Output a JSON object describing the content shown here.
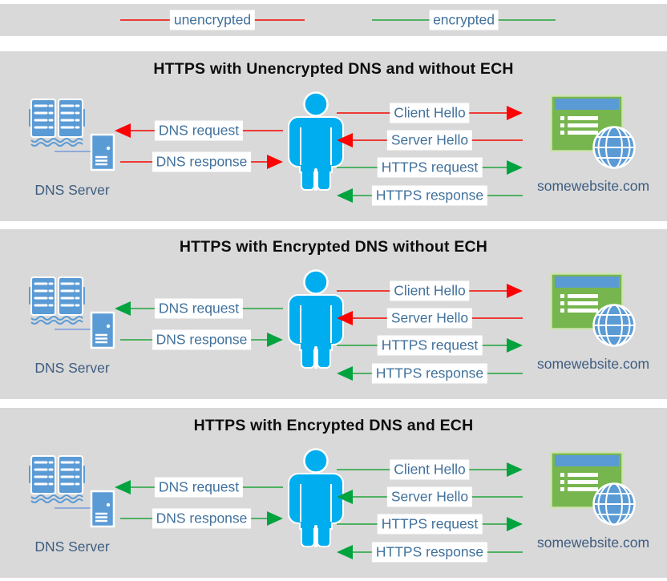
{
  "colors": {
    "panel_bg": "#d9d9d9",
    "red_line": "#ee3b35",
    "red_head": "#fd0202",
    "green_line": "#4fb163",
    "green_head": "#00a33e",
    "arrow_label_text": "#41719c",
    "entity_label_text": "#3e5c80",
    "title_text": "#0d0d0d",
    "person_blue": "#00aeef",
    "icon_blue": "#5b9bd5",
    "website_green": "#77b64e",
    "website_border": "#cfe2b2",
    "titlebar_blue": "#5b9bd5",
    "connector_blue": "#8faadc"
  },
  "legend": {
    "items": [
      {
        "label": "unencrypted",
        "encrypted": false
      },
      {
        "label": "encrypted",
        "encrypted": true
      }
    ]
  },
  "panels": [
    {
      "title": "HTTPS with Unencrypted DNS and without ECH",
      "dns_server": {
        "label": "DNS Server"
      },
      "website": {
        "label": "somewebsite.com"
      },
      "arrows": {
        "dns_request": {
          "label": "DNS request",
          "direction": "left",
          "encrypted": false
        },
        "dns_response": {
          "label": "DNS response",
          "direction": "right",
          "encrypted": false
        },
        "client_hello": {
          "label": "Client Hello",
          "direction": "right",
          "encrypted": false
        },
        "server_hello": {
          "label": "Server Hello",
          "direction": "left",
          "encrypted": false
        },
        "https_request": {
          "label": "HTTPS request",
          "direction": "right",
          "encrypted": true
        },
        "https_response": {
          "label": "HTTPS response",
          "direction": "left",
          "encrypted": true
        }
      }
    },
    {
      "title": "HTTPS with Encrypted DNS without ECH",
      "dns_server": {
        "label": "DNS Server"
      },
      "website": {
        "label": "somewebsite.com"
      },
      "arrows": {
        "dns_request": {
          "label": "DNS request",
          "direction": "left",
          "encrypted": true
        },
        "dns_response": {
          "label": "DNS response",
          "direction": "right",
          "encrypted": true
        },
        "client_hello": {
          "label": "Client Hello",
          "direction": "right",
          "encrypted": false
        },
        "server_hello": {
          "label": "Server Hello",
          "direction": "left",
          "encrypted": false
        },
        "https_request": {
          "label": "HTTPS request",
          "direction": "right",
          "encrypted": true
        },
        "https_response": {
          "label": "HTTPS response",
          "direction": "left",
          "encrypted": true
        }
      }
    },
    {
      "title": "HTTPS with Encrypted DNS and ECH",
      "dns_server": {
        "label": "DNS Server"
      },
      "website": {
        "label": "somewebsite.com"
      },
      "arrows": {
        "dns_request": {
          "label": "DNS request",
          "direction": "left",
          "encrypted": true
        },
        "dns_response": {
          "label": "DNS response",
          "direction": "right",
          "encrypted": true
        },
        "client_hello": {
          "label": "Client Hello",
          "direction": "right",
          "encrypted": true
        },
        "server_hello": {
          "label": "Server Hello",
          "direction": "left",
          "encrypted": true
        },
        "https_request": {
          "label": "HTTPS request",
          "direction": "right",
          "encrypted": true
        },
        "https_response": {
          "label": "HTTPS response",
          "direction": "left",
          "encrypted": true
        }
      }
    }
  ]
}
